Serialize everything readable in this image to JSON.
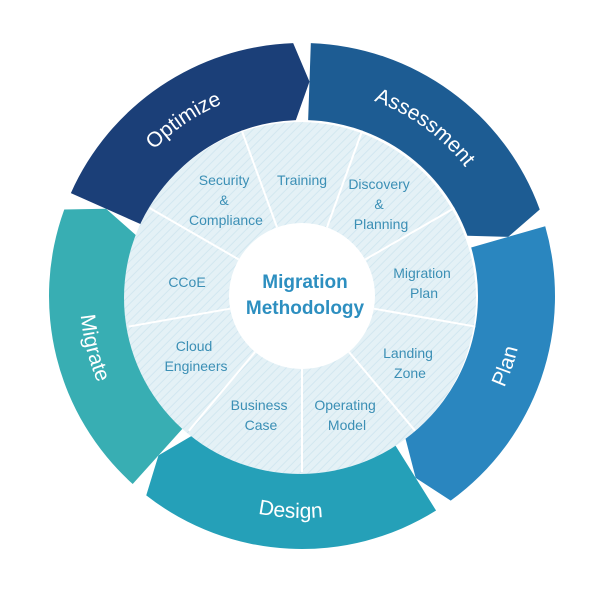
{
  "center": {
    "line1": "Migration",
    "line2": "Methodology"
  },
  "phases": [
    {
      "label": "Assessment",
      "color": "#1d5c93"
    },
    {
      "label": "Plan",
      "color": "#2a86bf"
    },
    {
      "label": "Design",
      "color": "#25a0b8"
    },
    {
      "label": "Migrate",
      "color": "#38aeb3"
    },
    {
      "label": "Optimize",
      "color": "#1b3f78"
    }
  ],
  "activities": [
    {
      "lines": [
        "Training"
      ]
    },
    {
      "lines": [
        "Discovery",
        "&",
        "Planning"
      ]
    },
    {
      "lines": [
        "Migration",
        "Plan"
      ]
    },
    {
      "lines": [
        "Landing",
        "Zone"
      ]
    },
    {
      "lines": [
        "Operating",
        "Model"
      ]
    },
    {
      "lines": [
        "Business",
        "Case"
      ]
    },
    {
      "lines": [
        "Cloud",
        "Engineers"
      ]
    },
    {
      "lines": [
        "CCoE"
      ]
    },
    {
      "lines": [
        "Security",
        "&",
        "Compliance"
      ]
    }
  ],
  "colors": {
    "inner_fill": "#e4f1f6",
    "inner_text": "#3b8fb5",
    "center_text": "#2d8fc0",
    "divider": "#ffffff"
  }
}
